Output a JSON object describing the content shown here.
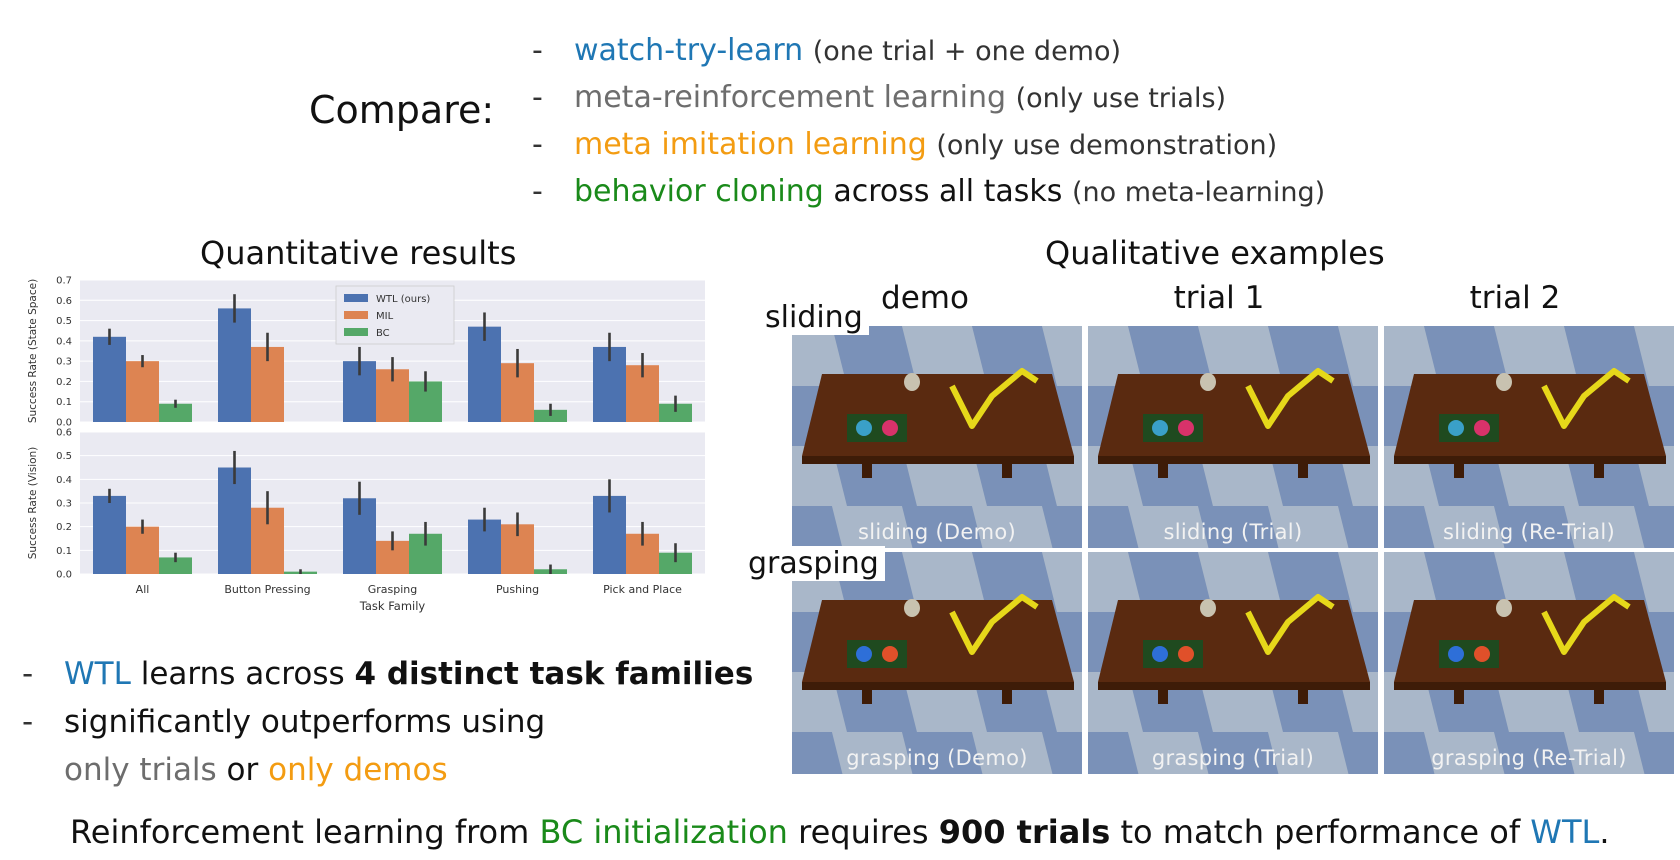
{
  "compare_label": "Compare:",
  "methods": [
    {
      "name": "watch-try-learn",
      "note": "(one trial + one demo)",
      "color": "#1f77b4"
    },
    {
      "name": "meta-reinforcement learning",
      "note": "(only use trials)",
      "color": "#6d6d6d"
    },
    {
      "name": "meta imitation learning",
      "note": "(only use demonstration)",
      "color": "#f39c12"
    },
    {
      "name": "behavior cloning",
      "note_plain": " across all tasks ",
      "note": "(no meta-learning)",
      "color": "#1a8a1a"
    }
  ],
  "bullet_dash": "-",
  "quantitative_title": "Quantitative results",
  "qualitative_title": "Qualitative examples",
  "chart_data": [
    {
      "type": "bar",
      "ylabel": "Success Rate (State Space)",
      "xlabel": "Task Family",
      "categories": [
        "All",
        "Button Pressing",
        "Grasping",
        "Pushing",
        "Pick and Place"
      ],
      "ylim": [
        0,
        0.7
      ],
      "yticks": [
        "0.0",
        "0.1",
        "0.2",
        "0.3",
        "0.4",
        "0.5",
        "0.6",
        "0.7"
      ],
      "series": [
        {
          "name": "WTL (ours)",
          "color": "#4c72b0",
          "values": [
            0.42,
            0.56,
            0.3,
            0.47,
            0.37
          ],
          "err": [
            0.04,
            0.07,
            0.07,
            0.07,
            0.07
          ]
        },
        {
          "name": "MIL",
          "color": "#dd8452",
          "values": [
            0.3,
            0.37,
            0.26,
            0.29,
            0.28
          ],
          "err": [
            0.03,
            0.07,
            0.06,
            0.07,
            0.06
          ]
        },
        {
          "name": "BC",
          "color": "#55a868",
          "values": [
            0.09,
            0.0,
            0.2,
            0.06,
            0.09
          ],
          "err": [
            0.02,
            0.0,
            0.05,
            0.03,
            0.04
          ]
        }
      ],
      "legend": "top-center",
      "grid": true
    },
    {
      "type": "bar",
      "ylabel": "Success Rate (Vision)",
      "xlabel": "Task Family",
      "categories": [
        "All",
        "Button Pressing",
        "Grasping",
        "Pushing",
        "Pick and Place"
      ],
      "ylim": [
        0,
        0.6
      ],
      "yticks": [
        "0.0",
        "0.1",
        "0.2",
        "0.3",
        "0.4",
        "0.5",
        "0.6"
      ],
      "series": [
        {
          "name": "WTL (ours)",
          "color": "#4c72b0",
          "values": [
            0.33,
            0.45,
            0.32,
            0.23,
            0.33
          ],
          "err": [
            0.03,
            0.07,
            0.07,
            0.05,
            0.07
          ]
        },
        {
          "name": "MIL",
          "color": "#dd8452",
          "values": [
            0.2,
            0.28,
            0.14,
            0.21,
            0.17
          ],
          "err": [
            0.03,
            0.07,
            0.04,
            0.05,
            0.05
          ]
        },
        {
          "name": "BC",
          "color": "#55a868",
          "values": [
            0.07,
            0.01,
            0.17,
            0.02,
            0.09
          ],
          "err": [
            0.02,
            0.01,
            0.05,
            0.02,
            0.04
          ]
        }
      ],
      "grid": true
    }
  ],
  "qualitative": {
    "columns": [
      "demo",
      "trial 1",
      "trial 2"
    ],
    "rows": [
      {
        "label": "sliding",
        "captions": [
          "sliding (Demo)",
          "sliding (Trial)",
          "sliding (Re-Trial)"
        ]
      },
      {
        "label": "grasping",
        "captions": [
          "grasping (Demo)",
          "grasping (Trial)",
          "grasping (Re-Trial)"
        ]
      }
    ]
  },
  "notes": {
    "line1_a": "WTL",
    "line1_b": " learns across ",
    "line1_c": "4 distinct task families",
    "line2": "significantly outperforms using",
    "line3_a": "only trials",
    "line3_b": " or ",
    "line3_c": "only demos"
  },
  "bottom": {
    "a": "Reinforcement learning from ",
    "b": "BC initialization",
    "c": " requires ",
    "d": "900 trials",
    "e": " to match performance of ",
    "f": "WTL",
    "g": "."
  },
  "colors": {
    "wtl": "#1f77b4",
    "metarl": "#6d6d6d",
    "mil": "#f39c12",
    "bc": "#1a8a1a"
  }
}
